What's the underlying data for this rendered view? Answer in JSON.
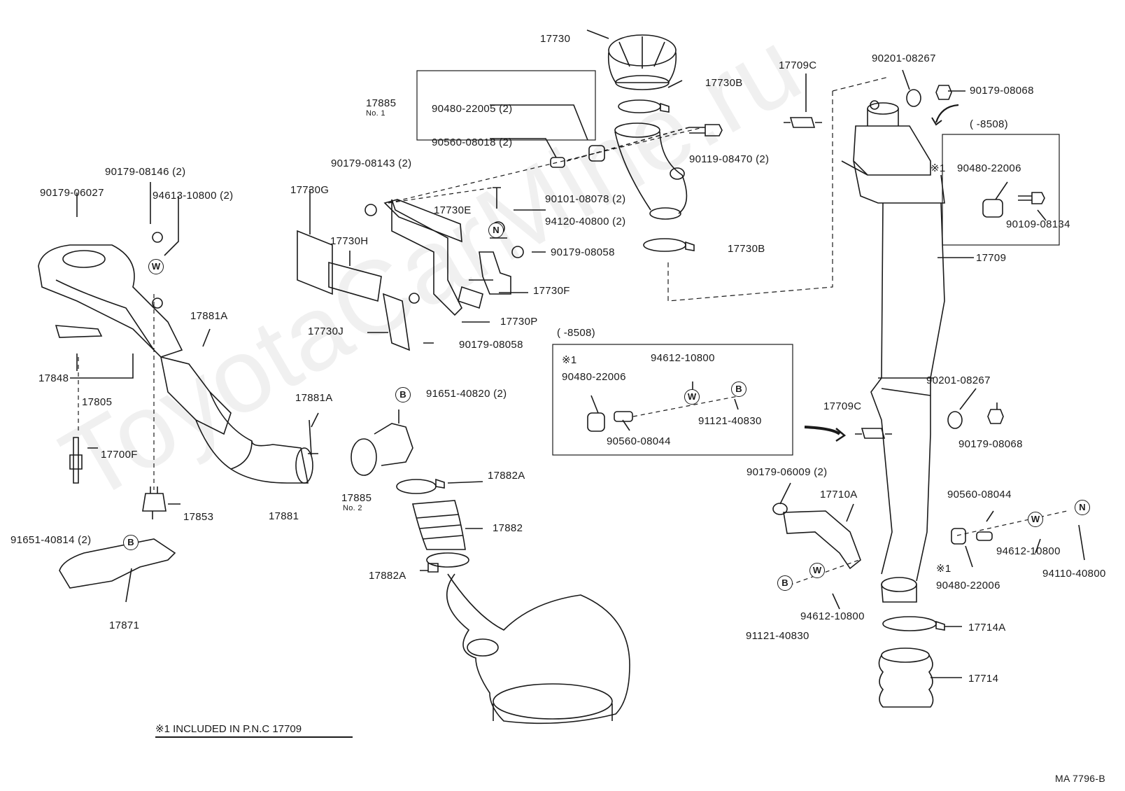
{
  "labels": {
    "l17730": "17730",
    "l17730B_top": "17730B",
    "l17885": "17885",
    "l17885_no1": "No. 1",
    "l90480_22005": "90480-22005 (2)",
    "l90560_08018": "90560-08018 (2)",
    "l90119_08470": "90119-08470 (2)",
    "l17709C_top": "17709C",
    "l90201_08267_top": "90201-08267",
    "l90179_08068_top": "90179-08068",
    "l8508_right": "(        -8508)",
    "l90480_22006_box_r": "90480-22006",
    "l90109_08134": "90109-08134",
    "l17709": "17709",
    "l90179_08143": "90179-08143 (2)",
    "l90101_08078": "90101-08078 (2)",
    "l94120_40800": "94120-40800 (2)",
    "l90179_08058_a": "90179-08058",
    "l17730B_bot": "17730B",
    "l17730F": "17730F",
    "l17730P": "17730P",
    "l17730E": "17730E",
    "l17730G": "17730G",
    "l17730H": "17730H",
    "l17730J": "17730J",
    "l90179_08058_b": "90179-08058",
    "l90179_08146": "90179-08146 (2)",
    "l90179_06027": "90179-06027",
    "l94613_10800": "94613-10800 (2)",
    "l17881A_a": "17881A",
    "l17848": "17848",
    "l17805": "17805",
    "l17700F": "17700F",
    "l17853": "17853",
    "l91651_40814": "91651-40814 (2)",
    "l17871": "17871",
    "l17881A_b": "17881A",
    "l17881": "17881",
    "l91651_40820": "91651-40820 (2)",
    "l17882A_a": "17882A",
    "l17885_b": "17885",
    "l17885_no2": "No. 2",
    "l17882": "17882",
    "l17882A_b": "17882A",
    "l8508_mid": "(        -8508)",
    "l94612_10800_box": "94612-10800",
    "l90480_22006_box_m": "90480-22006",
    "l91121_40830_box": "91121-40830",
    "l90560_08044_box": "90560-08044",
    "l17709C_mid": "17709C",
    "l90201_08267_mid": "90201-08267",
    "l90179_08068_mid": "90179-08068",
    "l90179_06009": "90179-06009 (2)",
    "l17710A": "17710A",
    "l90560_08044_r": "90560-08044",
    "l94612_10800_r": "94612-10800",
    "l94110_40800": "94110-40800",
    "l90480_22006_r": "90480-22006",
    "l91121_40830_b": "91121-40830",
    "l94612_10800_b": "94612-10800",
    "l17714A": "17714A",
    "l17714": "17714",
    "ref_mark_r": "※1",
    "ref_mark_m": "※1",
    "ref_mark_b": "※1",
    "sym_N": "N",
    "sym_W": "W",
    "sym_B": "B"
  },
  "footnote": "※1 INCLUDED IN P.N.C 17709",
  "diagram_code": "MA 7796-B",
  "watermark": "ToyotaCarMine.ru"
}
